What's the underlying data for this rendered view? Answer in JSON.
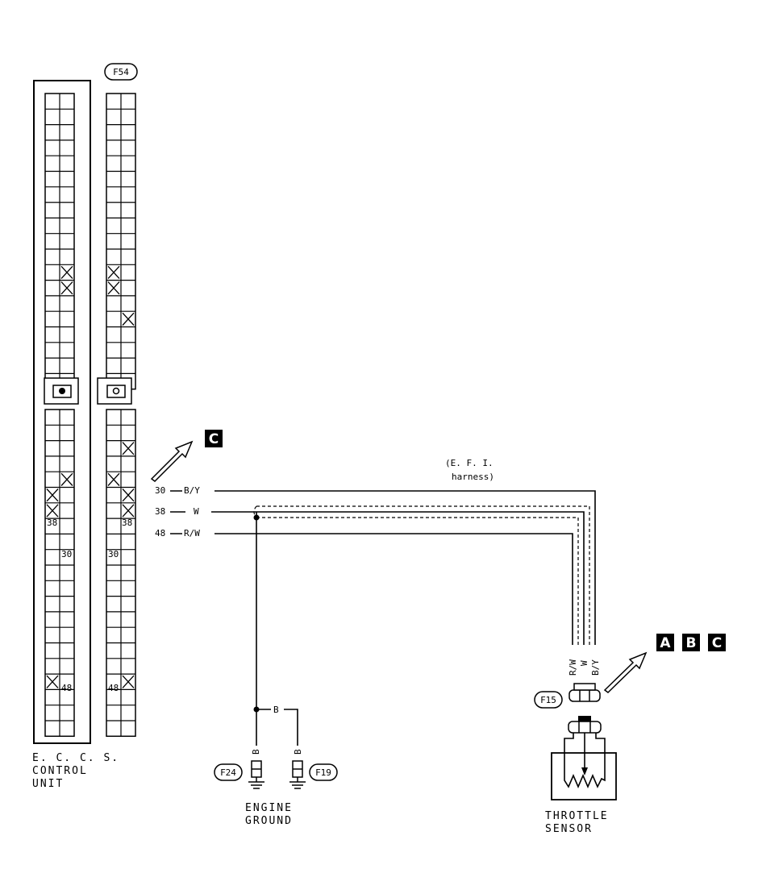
{
  "ecu": {
    "label_line1": "E. C. C. S.",
    "label_line2": "CONTROL",
    "label_line3": "UNIT",
    "pins": {
      "p38": "38",
      "p30": "30",
      "p48": "48"
    }
  },
  "connector_f54": {
    "id": "F54",
    "pins": {
      "p38": "38",
      "p30": "30",
      "p48": "48"
    }
  },
  "wires": [
    {
      "pin": "30",
      "color": "B/Y"
    },
    {
      "pin": "38",
      "color": "W"
    },
    {
      "pin": "48",
      "color": "R/W"
    }
  ],
  "harness": {
    "line1": "(E. F. I.",
    "line2": "harness)"
  },
  "ground_wire": {
    "color": "B"
  },
  "ground_left": {
    "connector": "F24",
    "wire": "B"
  },
  "ground_right": {
    "connector": "F19",
    "wire": "B"
  },
  "ground_label": {
    "line1": "ENGINE",
    "line2": "GROUND"
  },
  "throttle": {
    "connector": "F15",
    "wire_labels": [
      "R/W",
      "W",
      "B/Y"
    ],
    "label_line1": "THROTTLE",
    "label_line2": "SENSOR"
  },
  "refs": {
    "left": "C",
    "right": [
      "A",
      "B",
      "C"
    ]
  }
}
